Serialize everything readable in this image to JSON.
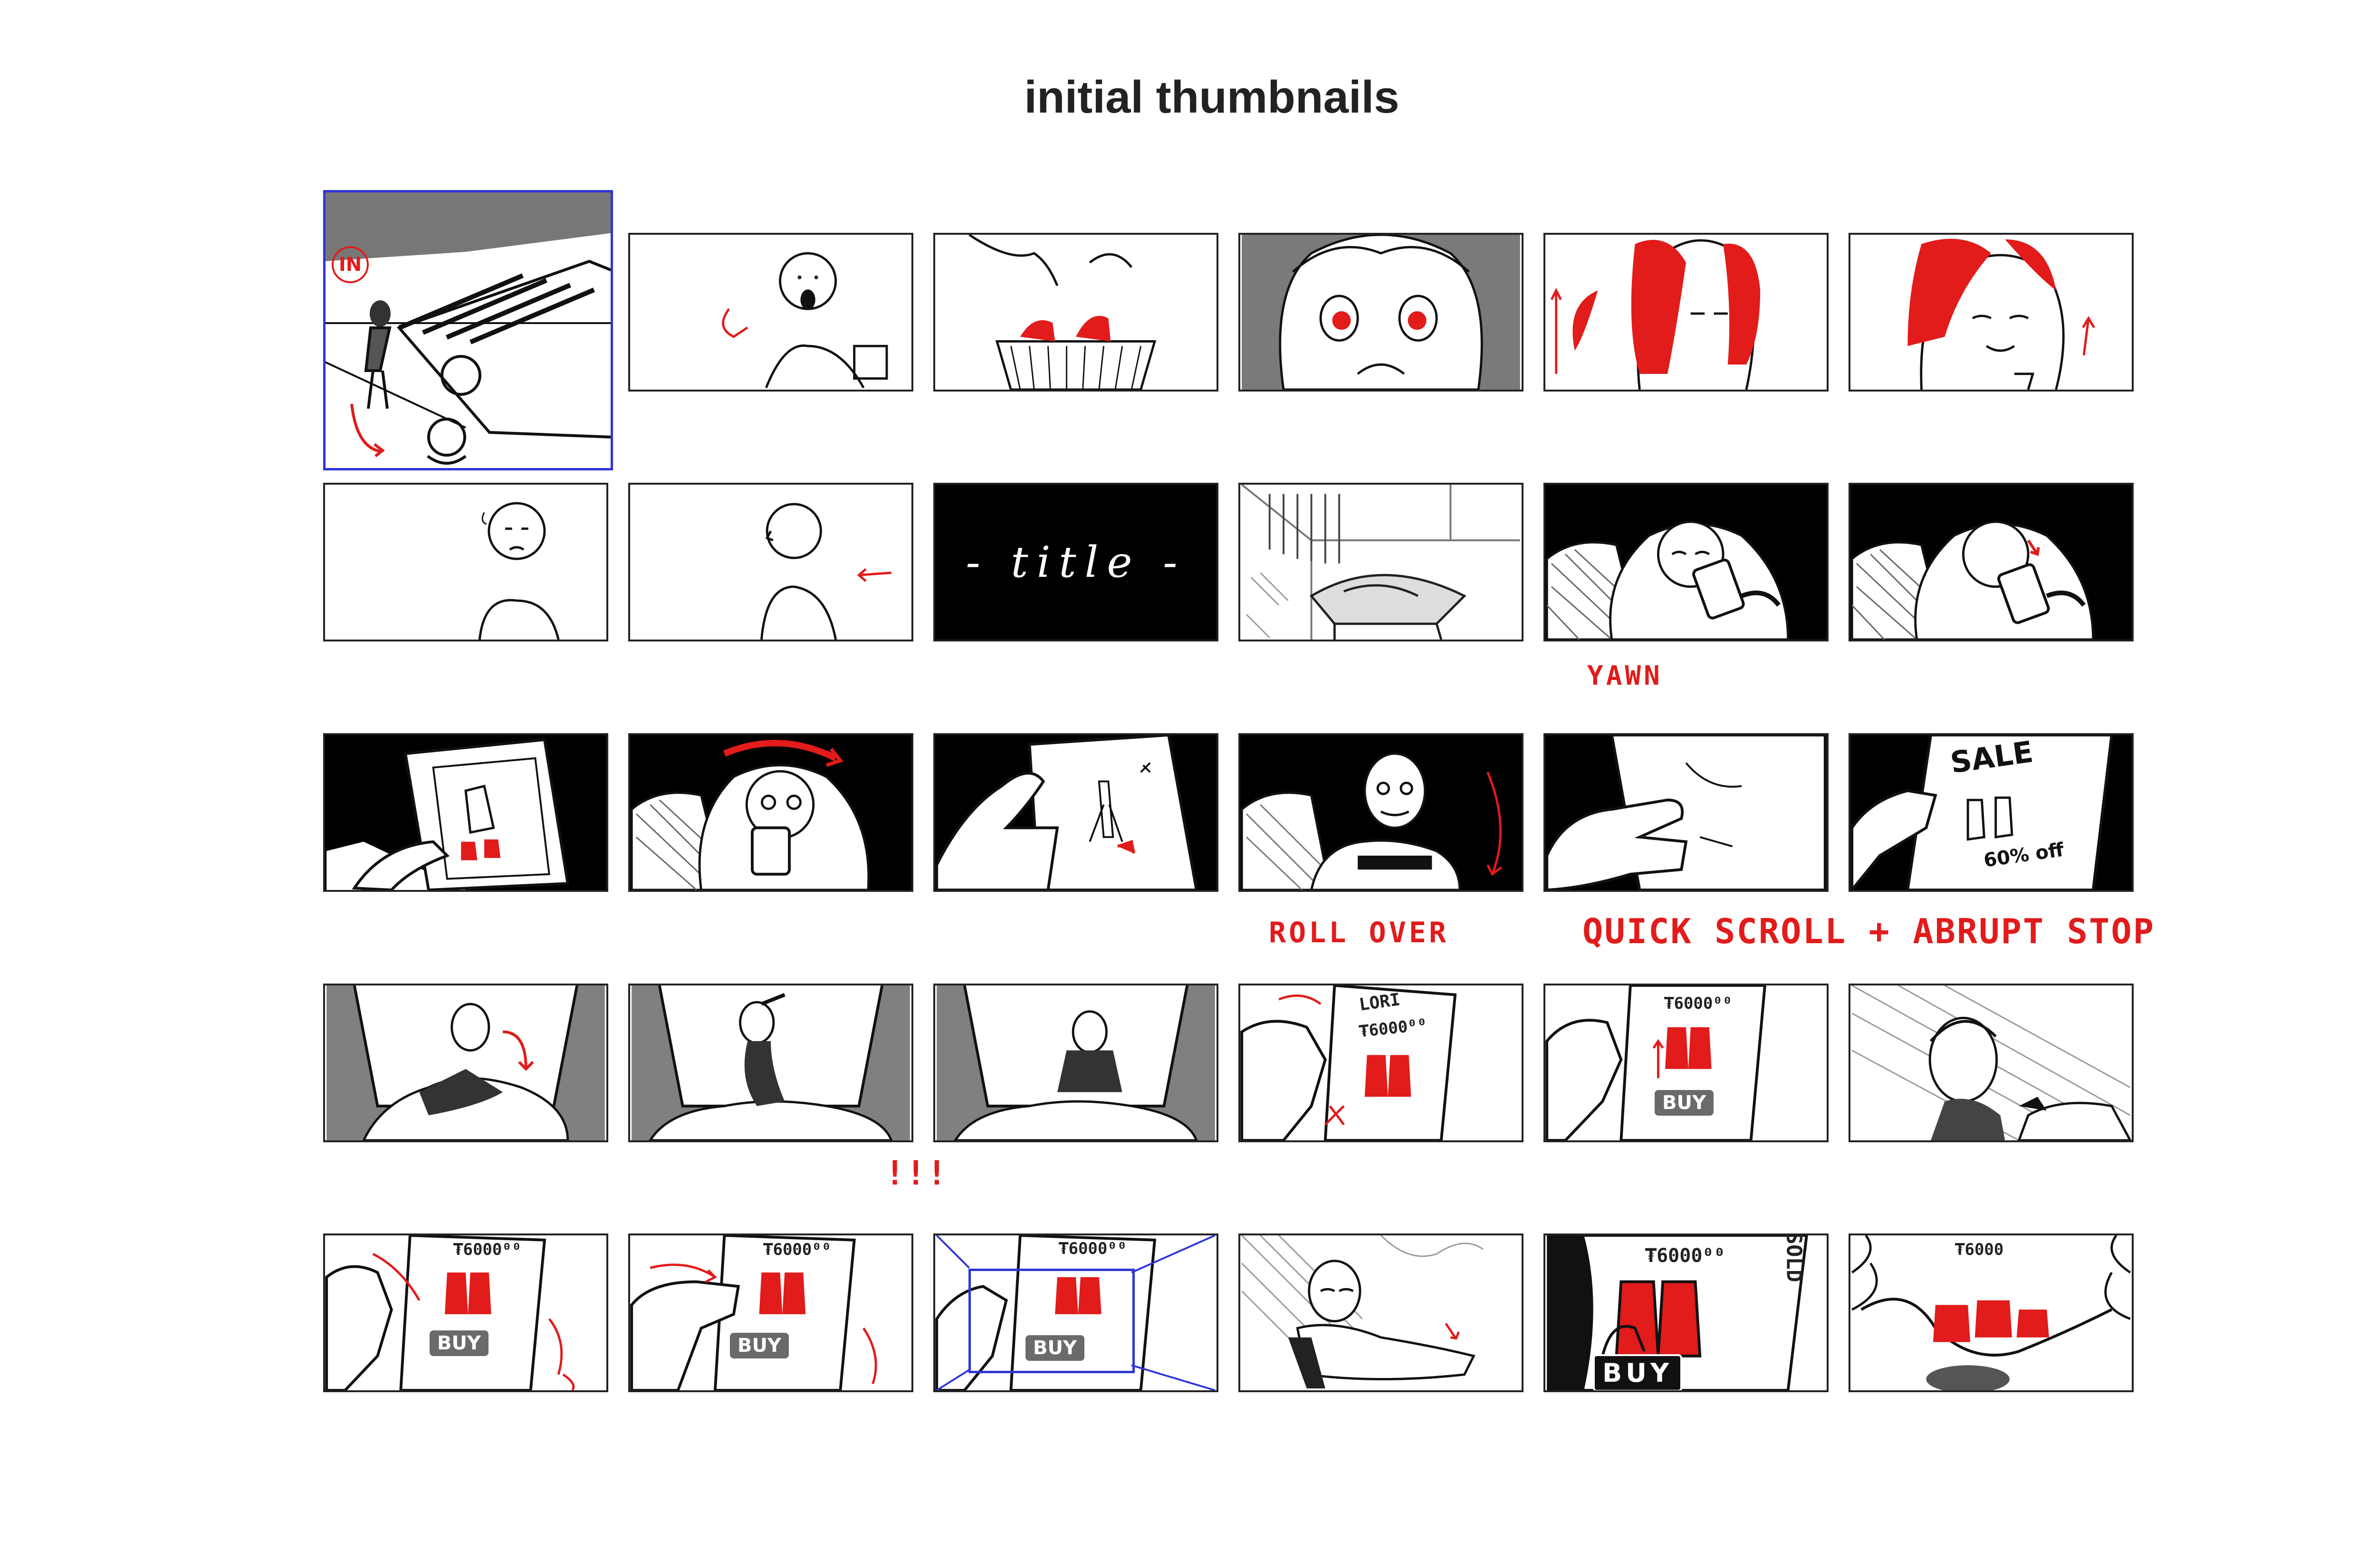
{
  "page": {
    "title": "initial thumbnails"
  },
  "colors": {
    "ink": "#222222",
    "accent_red": "#e21b1b",
    "selection_blue": "#2f35d8",
    "mid_gray": "#8a8a8a"
  },
  "panels": {
    "r1c1": {
      "badge": "IN"
    },
    "r2c3": {
      "title_card": "- title -"
    },
    "r3c6": {
      "sale": "SALE",
      "off": "60% off"
    },
    "r4c4": {
      "lori": "LORI",
      "price": "₮6000⁰⁰"
    },
    "r4c5": {
      "price": "₮6000⁰⁰",
      "buy": "BUY"
    },
    "r5c1": {
      "price": "₮6000⁰⁰",
      "buy": "BUY"
    },
    "r5c2": {
      "price": "₮6000⁰⁰",
      "buy": "BUY"
    },
    "r5c3": {
      "price": "₮6000⁰⁰",
      "buy": "BUY"
    },
    "r5c5": {
      "price": "₮6000⁰⁰",
      "sold": "SOLD",
      "buy": "BUY"
    },
    "r5c6": {
      "price": "₮6000"
    }
  },
  "notes": {
    "yawn": "YAWN",
    "roll_over": "ROLL OVER",
    "quick_scroll": "QUICK SCROLL + ABRUPT STOP",
    "exclaim": "!!!"
  }
}
